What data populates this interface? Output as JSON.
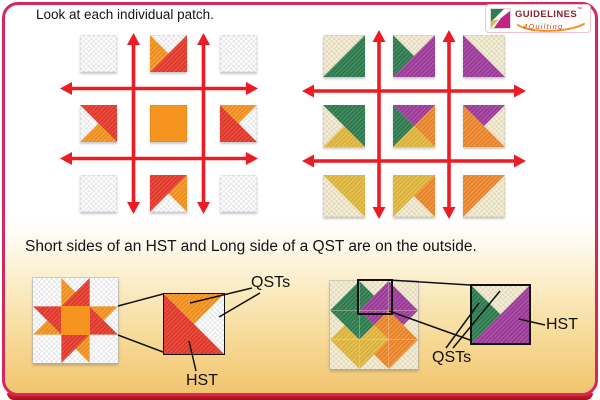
{
  "frame": {
    "border_color": "#d4295e",
    "bottom_bar_top": "#e3202b",
    "bottom_bar_bottom": "#9c131c",
    "background_top": "#ffffff",
    "background_bottom": "#f2c46f"
  },
  "header": {
    "title": "Look at each individual patch."
  },
  "logo": {
    "brand": "GUIDELINES",
    "tm": "™",
    "sub": "4Quilting"
  },
  "middle_heading": "Short sides of an HST and Long side of a QST are on the outside.",
  "annotations": {
    "left_qsts": "QSTs",
    "left_hst": "HST",
    "right_hst": "HST",
    "right_qsts": "QSTs"
  },
  "palette": {
    "white": "#fdfdfd",
    "cream": "#f4eed8",
    "red": "#e73a2b",
    "orange": "#f5941f",
    "green": "#2f7d50",
    "purple": "#a03c9c",
    "gold": "#e2b93e",
    "carrot": "#f0882c",
    "arrow": "#ec1c24",
    "pointer_line": "#111111"
  },
  "blocks": {
    "star_exploded": {
      "cells": [
        {
          "base": "white",
          "layers": []
        },
        {
          "base": "white",
          "layers": [
            {
              "c": "red",
              "s": "hst-br"
            },
            {
              "c": "orange",
              "s": "q-left"
            }
          ]
        },
        {
          "base": "white",
          "layers": []
        },
        {
          "base": "white",
          "layers": [
            {
              "c": "red",
              "s": "hst-tr"
            },
            {
              "c": "orange",
              "s": "q-bottom"
            }
          ]
        },
        {
          "base": "orange",
          "layers": []
        },
        {
          "base": "white",
          "layers": [
            {
              "c": "red",
              "s": "hst-bl"
            },
            {
              "c": "orange",
              "s": "q-top"
            }
          ]
        },
        {
          "base": "white",
          "layers": []
        },
        {
          "base": "white",
          "layers": [
            {
              "c": "red",
              "s": "hst-tl"
            },
            {
              "c": "orange",
              "s": "q-right"
            }
          ]
        },
        {
          "base": "white",
          "layers": []
        }
      ]
    },
    "cardtrick_exploded": {
      "cells": [
        {
          "base": "cream",
          "layers": [
            {
              "c": "green",
              "s": "hst-br"
            }
          ]
        },
        {
          "base": "cream",
          "layers": [
            {
              "c": "purple",
              "s": "hst-br"
            },
            {
              "c": "green",
              "s": "q-left"
            }
          ]
        },
        {
          "base": "cream",
          "layers": [
            {
              "c": "purple",
              "s": "hst-bl"
            }
          ]
        },
        {
          "base": "cream",
          "layers": [
            {
              "c": "green",
              "s": "hst-tr"
            },
            {
              "c": "gold",
              "s": "q-bottom"
            }
          ]
        },
        {
          "base": "cream",
          "layers": [
            {
              "c": "purple",
              "s": "q-top"
            },
            {
              "c": "green",
              "s": "q-left"
            },
            {
              "c": "carrot",
              "s": "q-right"
            },
            {
              "c": "gold",
              "s": "q-bottom"
            }
          ]
        },
        {
          "base": "cream",
          "layers": [
            {
              "c": "carrot",
              "s": "hst-bl"
            },
            {
              "c": "purple",
              "s": "q-top"
            }
          ]
        },
        {
          "base": "cream",
          "layers": [
            {
              "c": "gold",
              "s": "hst-tr"
            }
          ]
        },
        {
          "base": "cream",
          "layers": [
            {
              "c": "gold",
              "s": "hst-tl"
            },
            {
              "c": "carrot",
              "s": "q-right"
            }
          ]
        },
        {
          "base": "cream",
          "layers": [
            {
              "c": "carrot",
              "s": "hst-tl"
            }
          ]
        }
      ]
    },
    "detail_left_cell_index": 5,
    "detail_right_cell_index": 1
  }
}
